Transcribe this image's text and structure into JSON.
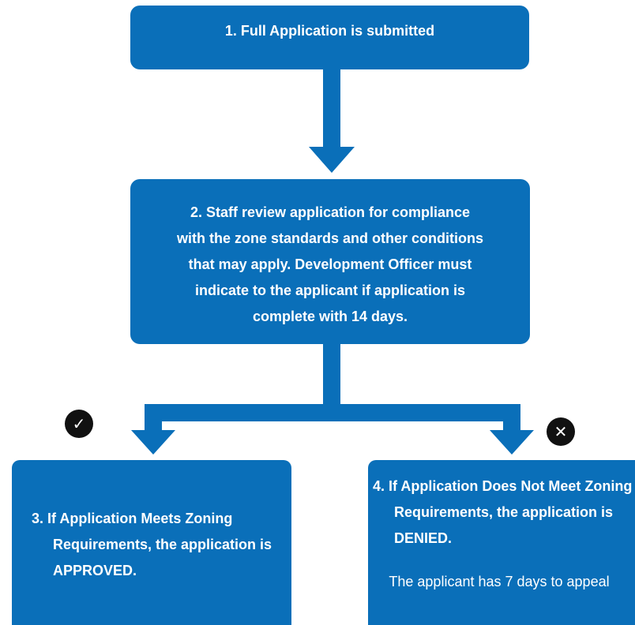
{
  "steps": {
    "step1": "1. Full Application is submitted",
    "step2_lines": [
      "2. Staff review application for compliance",
      "with the zone standards and other conditions",
      "that may apply. Development Officer must",
      "indicate to the applicant if application is",
      "complete with 14 days."
    ],
    "step3": "3. If Application Meets Zoning Requirements, the application is APPROVED.",
    "step4": "4. If Application Does Not Meet Zoning Requirements, the application is DENIED.",
    "step4_note": "The applicant has 7 days to appeal"
  },
  "icons": {
    "approved": "check-icon",
    "denied": "x-icon",
    "check_glyph": "✓",
    "x_glyph": "✕"
  },
  "colors": {
    "box_fill": "#0a6fb9",
    "arrow": "#0a6fb9",
    "text": "#ffffff",
    "badge": "#111111"
  }
}
